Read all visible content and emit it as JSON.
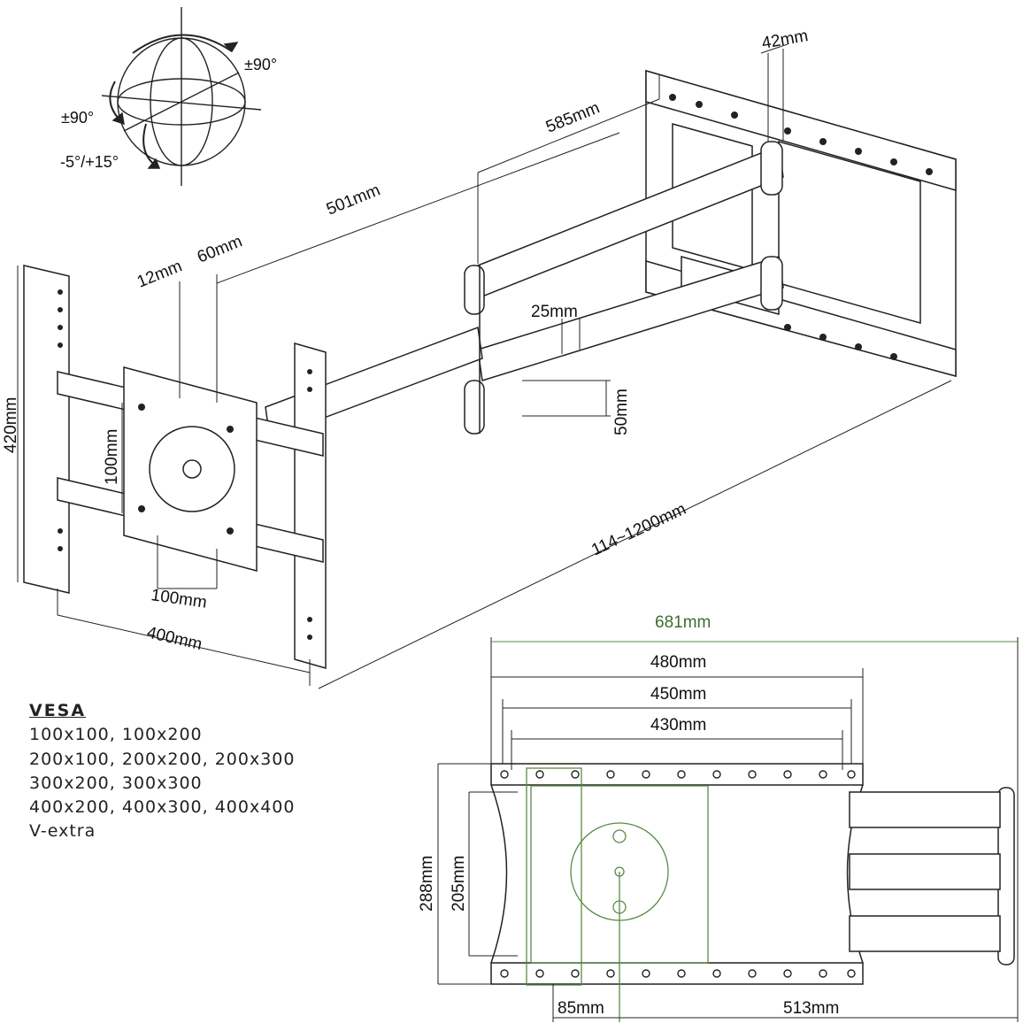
{
  "rotation": {
    "swivel": "±90°",
    "rotate": "±90°",
    "tilt": "-5°/+15°"
  },
  "dimensions": {
    "arm_total": "585mm",
    "bracket_depth": "42mm",
    "arm_length": "501mm",
    "offset_12": "12mm",
    "offset_60": "60mm",
    "arm_gap": "25mm",
    "arm_spacing": "50mm",
    "height_420": "420mm",
    "vesa_vertical": "100mm",
    "vesa_horizontal": "100mm",
    "width_400": "400mm",
    "extension": "114~1200mm"
  },
  "plan_dimensions": {
    "total_width": "681mm",
    "width_480": "480mm",
    "width_450": "450mm",
    "width_430": "430mm",
    "height_288": "288mm",
    "height_205": "205mm",
    "left_offset": "85mm",
    "right_offset": "513mm"
  },
  "vesa": {
    "title": "VESA",
    "lines": [
      "100x100, 100x200",
      "200x100, 200x200, 200x300",
      "300x200, 300x300",
      "400x200, 400x300, 400x400",
      "V-extra"
    ]
  }
}
